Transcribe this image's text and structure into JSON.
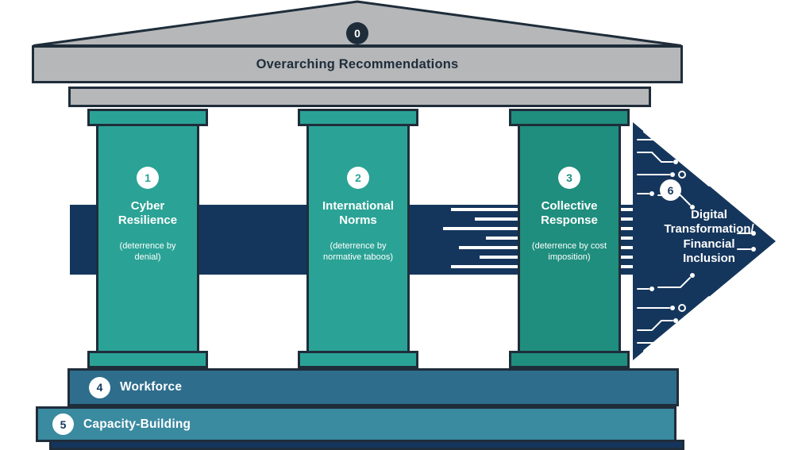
{
  "overarching": {
    "badge": "0",
    "label": "Overarching Recommendations"
  },
  "pillars": [
    {
      "badge": "1",
      "name": "Cyber Resilience",
      "sub": "(deterrence by denial)"
    },
    {
      "badge": "2",
      "name": "International Norms",
      "sub": "(deterrence by normative taboos)"
    },
    {
      "badge": "3",
      "name": "Collective Response",
      "sub": "(deterrence by cost imposition)"
    }
  ],
  "arrow": {
    "badge": "6",
    "label": "Digital Transformation/ Financial Inclusion"
  },
  "steps": [
    {
      "badge": "4",
      "label": "Workforce"
    },
    {
      "badge": "5",
      "label": "Capacity-Building"
    }
  ],
  "colors": {
    "pediment_gray": "#b5b7b9",
    "outline": "#1f2d3a",
    "pillar_teal": "#2aa396",
    "pillar_teal_dark": "#1f8e7e",
    "navy": "#15365c",
    "step_blue": "#2e6d8c",
    "step_teal": "#3a8aa0",
    "white": "#ffffff"
  }
}
